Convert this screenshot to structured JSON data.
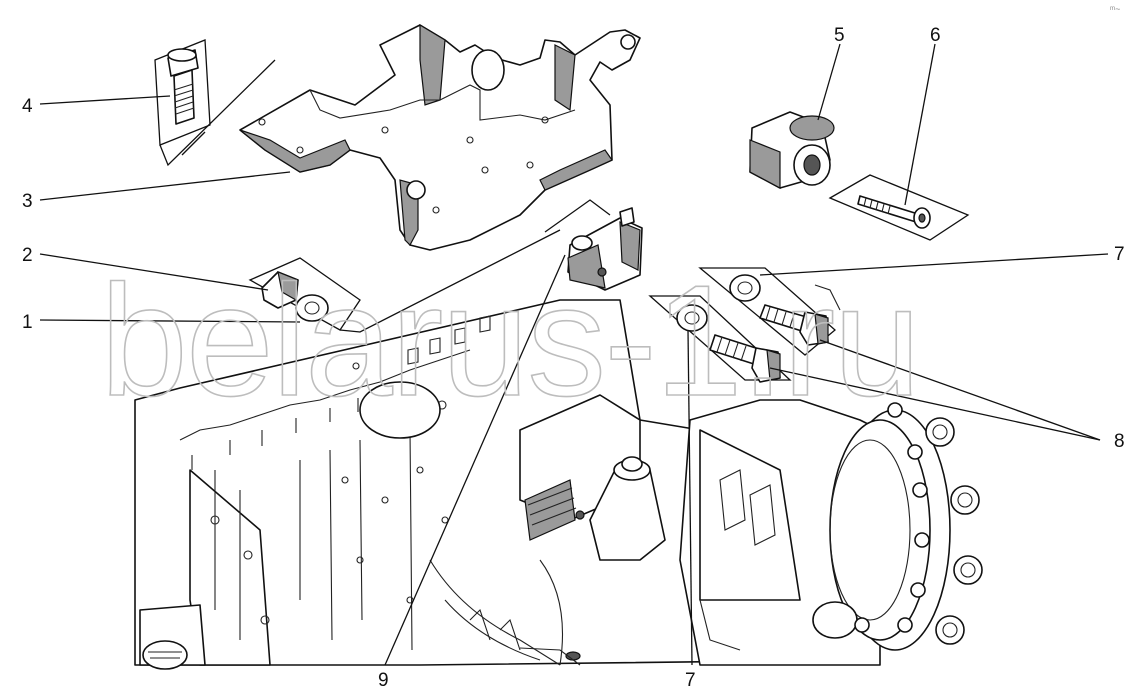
{
  "diagram": {
    "callouts": [
      {
        "id": "c4",
        "label": "4"
      },
      {
        "id": "c3",
        "label": "3"
      },
      {
        "id": "c2",
        "label": "2"
      },
      {
        "id": "c1",
        "label": "1"
      },
      {
        "id": "c5",
        "label": "5"
      },
      {
        "id": "c6",
        "label": "6"
      },
      {
        "id": "c7a",
        "label": "7"
      },
      {
        "id": "c8",
        "label": "8"
      },
      {
        "id": "c9",
        "label": "9"
      },
      {
        "id": "c7b",
        "label": "7"
      }
    ],
    "watermark": "belarus-1.ru",
    "corner_mark": "ᵐ~"
  }
}
